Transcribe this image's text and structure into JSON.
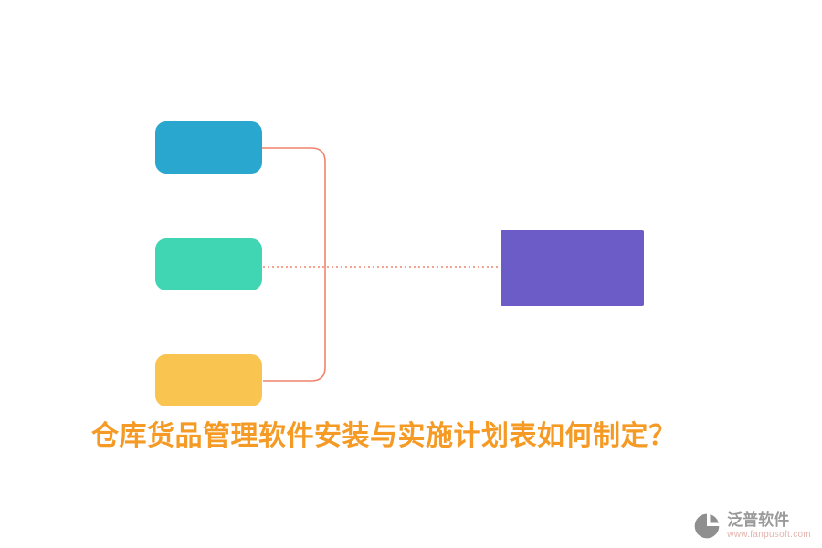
{
  "title": {
    "text": "仓库货品管理软件安装与实施计划表如何制定？",
    "color": "#F59B25"
  },
  "mindmap": {
    "branch_nodes": [
      {
        "name": "branch-node-1",
        "color": "#29A7CE"
      },
      {
        "name": "branch-node-2",
        "color": "#41D6B3"
      },
      {
        "name": "branch-node-3",
        "color": "#FAC450"
      }
    ],
    "root_node": {
      "name": "root-node",
      "color": "#6C5CC8"
    },
    "connector_color": "#F0846C"
  },
  "watermark": {
    "brand": "泛普软件",
    "url": "www.fanpusoft.com",
    "brand_color": "#9A9A9A",
    "url_color": "#E3B3AD",
    "icon_color": "#8F8F8F"
  }
}
